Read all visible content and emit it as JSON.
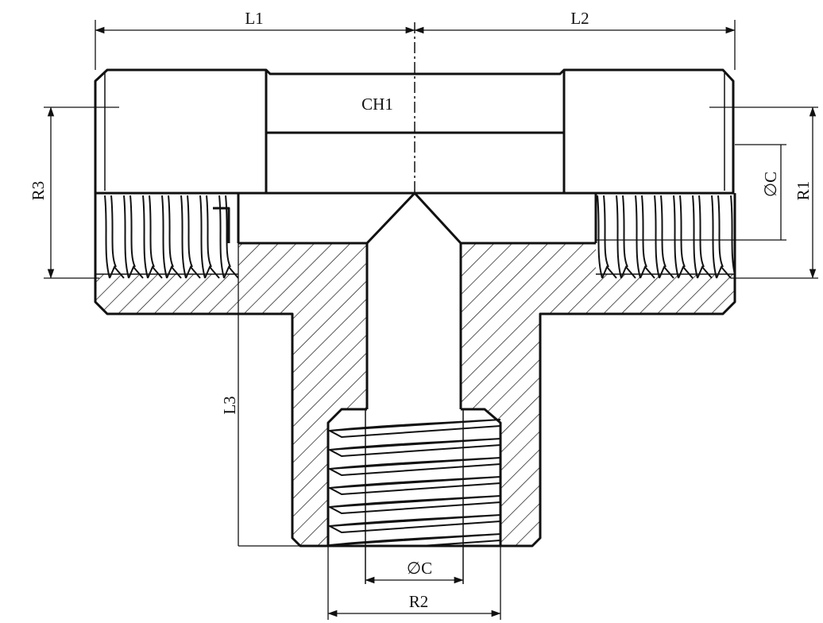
{
  "labels": {
    "l1": "L1",
    "l2": "L2",
    "l3": "L3",
    "ch1": "CH1",
    "r1": "R1",
    "r2": "R2",
    "r3": "R3",
    "phi_c_bottom": "∅C",
    "phi_c_right": "∅C"
  }
}
